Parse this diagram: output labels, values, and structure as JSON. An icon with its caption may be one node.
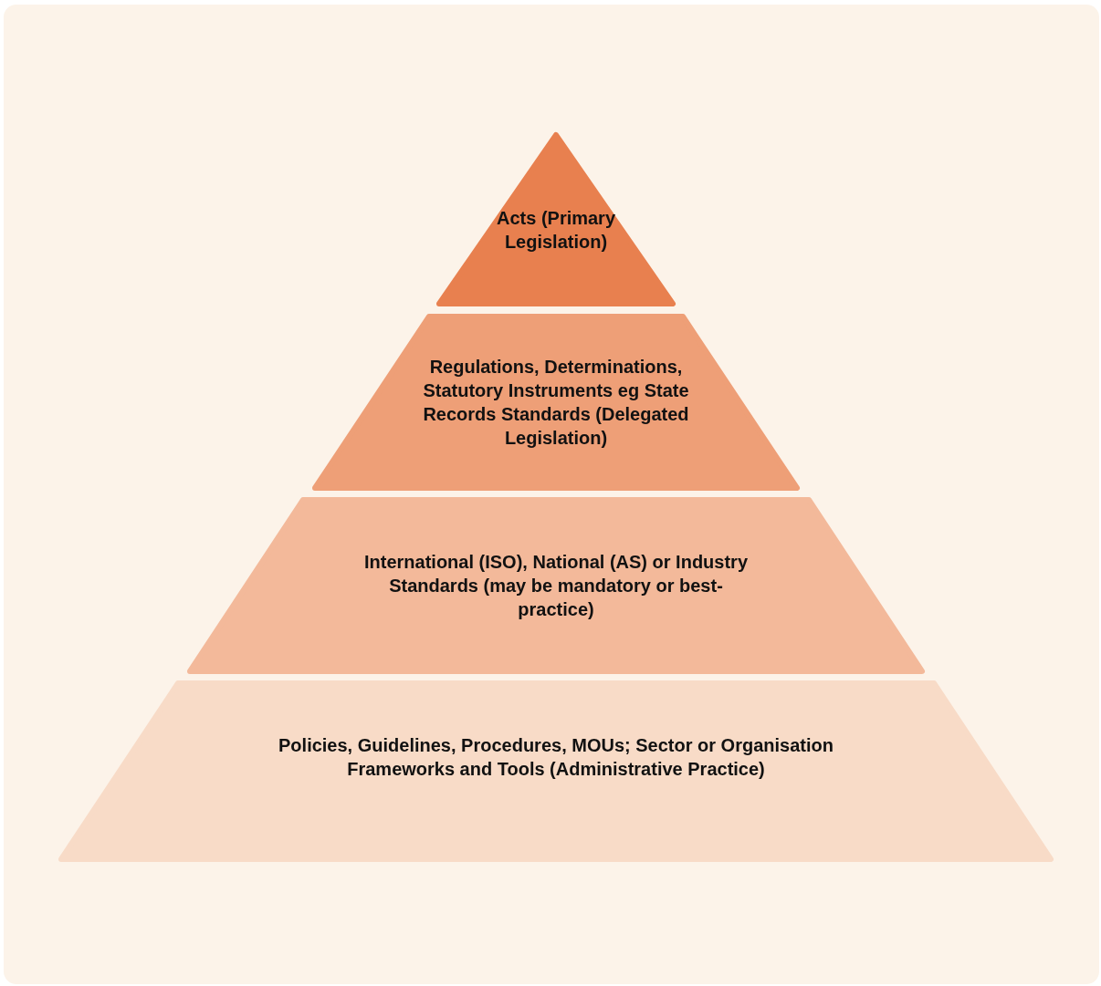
{
  "diagram": {
    "nodes": [
      {
        "text": [
          "Acts (Primary Legislation)"
        ]
      },
      {
        "text": [
          "Regulations, Determinations, Statutory Instruments eg State Records Standards (Delegated Legislation)"
        ]
      },
      {
        "text": [
          "International (ISO), National (AS) or Industry Standards (may be mandatory or best-practice)"
        ]
      },
      {
        "text": [
          "Policies, Guidelines, Procedures, MOUs; Sector or Organisation Frameworks and Tools (Administrative Practice)"
        ]
      }
    ]
  }
}
